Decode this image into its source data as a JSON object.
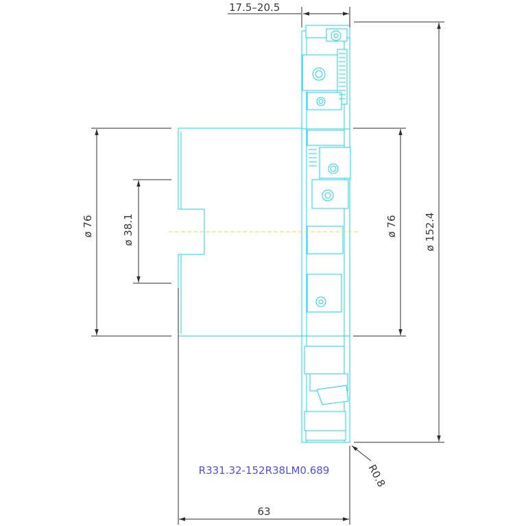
{
  "drawing": {
    "part_number": "R331.32-152R38LM0.689",
    "dimensions": {
      "width_range": "17.5–20.5",
      "total_length": "63",
      "corner_radius": "R0.8",
      "outer_diameter": "ø 152.4",
      "body_diameter_left": "ø 76",
      "bore_diameter": "ø 38.1",
      "body_diameter_right": "ø 76"
    }
  }
}
